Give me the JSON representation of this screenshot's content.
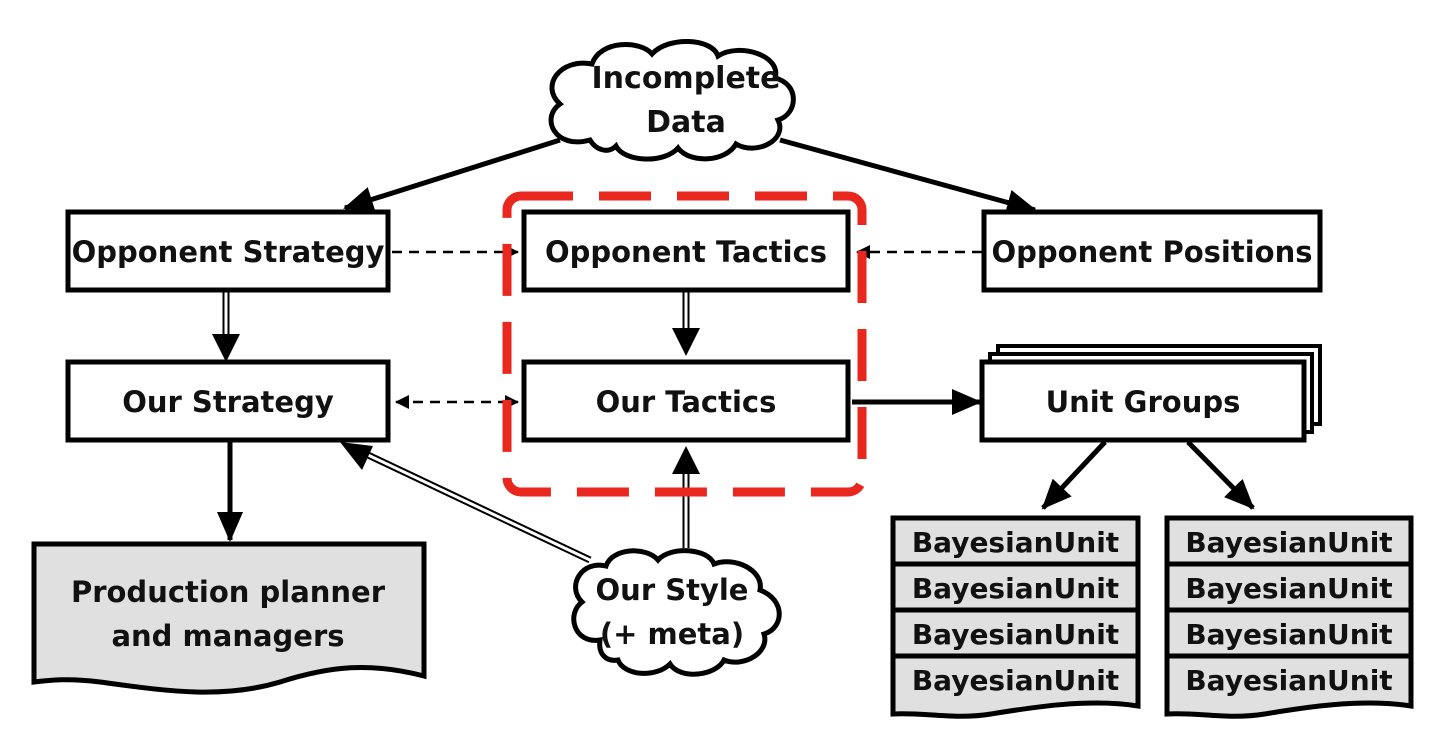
{
  "clouds": {
    "incomplete_data": [
      "Incomplete",
      "Data"
    ],
    "our_style": [
      "Our Style",
      "(+ meta)"
    ]
  },
  "boxes": {
    "opponent_strategy": "Opponent Strategy",
    "opponent_tactics": "Opponent Tactics",
    "opponent_positions": "Opponent Positions",
    "our_strategy": "Our Strategy",
    "our_tactics": "Our Tactics",
    "unit_groups": "Unit Groups"
  },
  "document": {
    "production": [
      "Production planner",
      "and managers"
    ]
  },
  "unit_stacks": {
    "left": [
      "BayesianUnit",
      "BayesianUnit",
      "BayesianUnit",
      "BayesianUnit"
    ],
    "right": [
      "BayesianUnit",
      "BayesianUnit",
      "BayesianUnit",
      "BayesianUnit"
    ]
  },
  "colors": {
    "ink": "#000000",
    "highlight": "#e8271e",
    "doc_fill": "#e0e0e0"
  }
}
